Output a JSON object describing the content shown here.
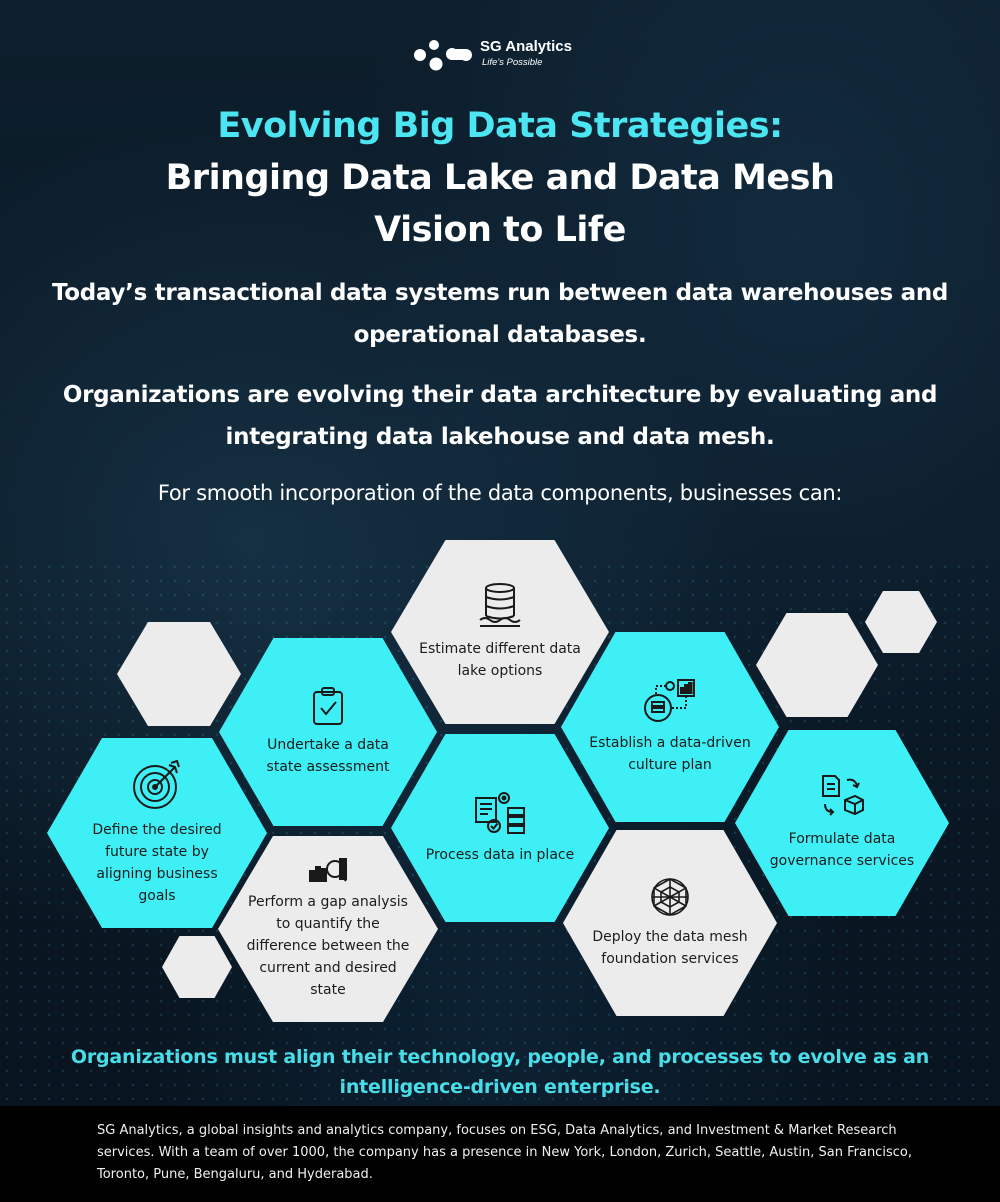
{
  "brand": {
    "name": "SG Analytics",
    "tagline": "Life's Possible"
  },
  "title": {
    "line1": "Evolving Big Data Strategies:",
    "line2": "Bringing Data Lake and Data Mesh",
    "line3": "Vision to Life"
  },
  "intro": {
    "p1": "Today’s transactional data systems run between data warehouses and operational databases.",
    "p2": "Organizations are evolving their data architecture by evaluating and integrating data lakehouse and data mesh.",
    "lead": "For smooth incorporation of the data components, businesses can:"
  },
  "steps": [
    {
      "icon": "target-icon",
      "label": "Define the desired future state by aligning business goals"
    },
    {
      "icon": "clipboard-check-icon",
      "label": "Undertake a data state assessment"
    },
    {
      "icon": "magnifier-chart-icon",
      "label": "Perform a gap analysis to quantify the difference between the current and desired state"
    },
    {
      "icon": "database-lake-icon",
      "label": "Estimate different data lake options"
    },
    {
      "icon": "process-data-icon",
      "label": "Process data in place"
    },
    {
      "icon": "culture-plan-icon",
      "label": "Establish a data-driven culture plan"
    },
    {
      "icon": "mesh-globe-icon",
      "label": "Deploy the data mesh foundation services"
    },
    {
      "icon": "governance-icon",
      "label": "Formulate data governance services"
    }
  ],
  "closing": "Organizations must align their technology, people, and processes to evolve as an intelligence-driven enterprise.",
  "footer": "SG Analytics, a global insights and analytics company, focuses on ESG, Data Analytics, and Investment & Market Research services. With a team of over 1000, the company has a presence in New York, London, Zurich, Seattle, Austin, San Francisco, Toronto, Pune, Bengaluru, and Hyderabad.",
  "colors": {
    "accent_cyan": "#3ef0f5",
    "title_cyan": "#4be6f2",
    "hex_grey": "#ececec",
    "background": "#0b1a27",
    "footer_bg": "#000000"
  }
}
